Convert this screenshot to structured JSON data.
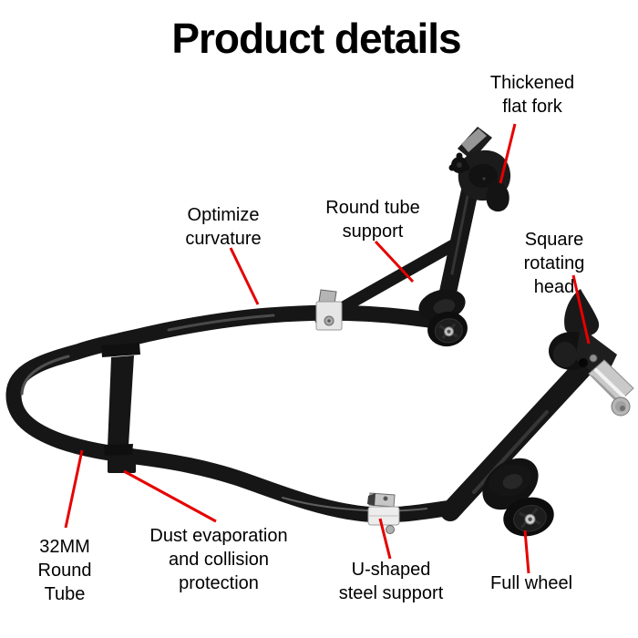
{
  "page": {
    "title": "Product details",
    "background": "#ffffff",
    "text_color": "#000000"
  },
  "colors": {
    "arrow": "#e60000",
    "frame": "#161616",
    "chrome": "#c9c9c9",
    "clamp": "#ededed"
  },
  "product": {
    "name": "Motorcycle paddock stand",
    "annotations": [
      {
        "id": "thickened-flat-fork",
        "label": "Thickened\nflat fork"
      },
      {
        "id": "optimize-curvature",
        "label": "Optimize\ncurvature"
      },
      {
        "id": "round-tube-support",
        "label": "Round tube\nsupport"
      },
      {
        "id": "square-rotating-head",
        "label": "Square\nrotating head"
      },
      {
        "id": "round-tube-32mm",
        "label": "32MM\nRound\nTube"
      },
      {
        "id": "dust-collision-protection",
        "label": "Dust evaporation\nand collision\nprotection"
      },
      {
        "id": "u-shaped-steel-support",
        "label": "U-shaped\nsteel support"
      },
      {
        "id": "full-wheel",
        "label": "Full wheel"
      }
    ]
  }
}
